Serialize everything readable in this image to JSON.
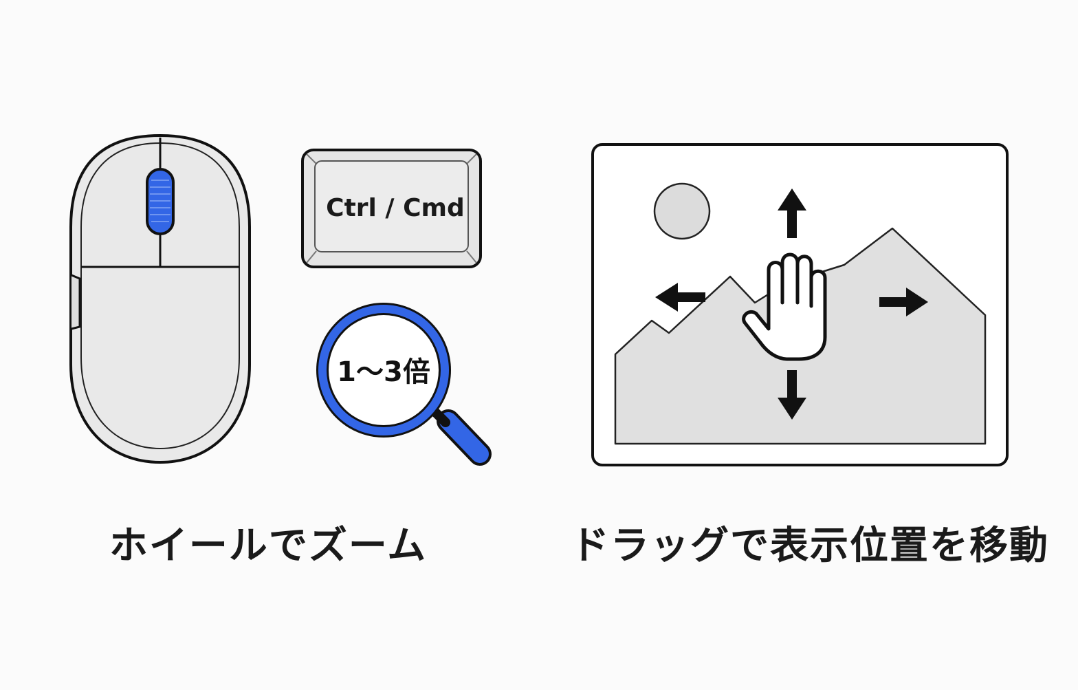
{
  "key": {
    "label": "Ctrl / Cmd"
  },
  "magnifier": {
    "label": "1～3倍"
  },
  "captions": {
    "zoom": "ホイールでズーム",
    "pan": "ドラッグで表示位置を移動"
  },
  "colors": {
    "accent": "#3366e6",
    "outline": "#111111",
    "fill_light": "#e8e8e8",
    "fill_mid": "#dcdcdc"
  },
  "icons": [
    "mouse-icon",
    "keycap-icon",
    "magnifier-icon",
    "image-frame-icon",
    "sun-icon",
    "mountain-icon",
    "hand-icon",
    "arrow-up-icon",
    "arrow-down-icon",
    "arrow-left-icon",
    "arrow-right-icon"
  ]
}
